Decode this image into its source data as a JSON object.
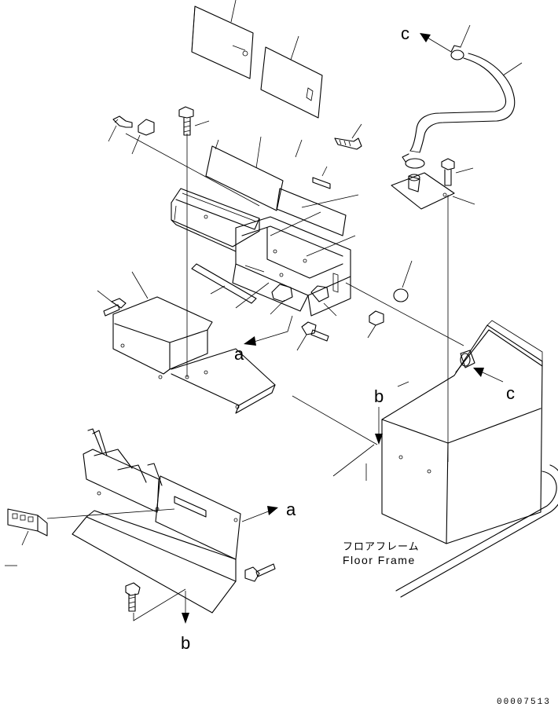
{
  "labels": {
    "a_upper": "a",
    "a_lower": "a",
    "b_upper": "b",
    "b_lower": "b",
    "c_top": "c",
    "c_right": "c"
  },
  "floor_frame": {
    "jp": "フロアフレーム",
    "en": "Floor Frame"
  },
  "drawing_code": "00007513"
}
